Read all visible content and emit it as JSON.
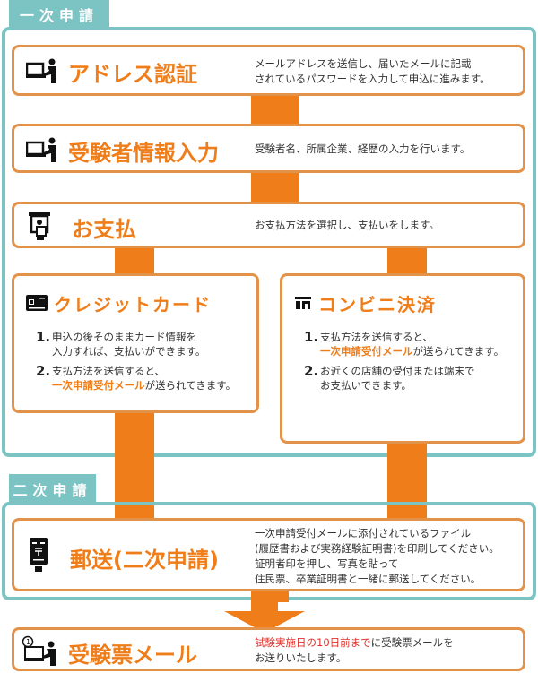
{
  "phase1": {
    "tab_label": "一次申請",
    "steps": [
      {
        "icon": "person-at-computer-icon",
        "title": "アドレス認証",
        "description_lines": [
          "メールアドレスを送信し、届いたメールに記載",
          "されているパスワードを入力して申込に進みます。"
        ]
      },
      {
        "icon": "person-at-computer-icon",
        "title": "受験者情報入力",
        "description_lines": [
          "受験者名、所属企業、経歴の入力を行います。"
        ]
      },
      {
        "icon": "atm-payment-icon",
        "title": "お支払",
        "description_lines": [
          "お支払方法を選択し、支払いをします。"
        ]
      }
    ],
    "payment_options": [
      {
        "icon": "credit-card-icon",
        "title": "クレジットカード",
        "items": [
          {
            "num": "1.",
            "lines": [
              "申込の後そのままカード情報を",
              "入力すれば、支払いができます。"
            ]
          },
          {
            "num": "2.",
            "line1": "支払方法を送信すると、",
            "highlight": "一次申請受付メール",
            "rest": "が送られてきます。"
          }
        ]
      },
      {
        "icon": "convenience-store-icon",
        "title": "コンビニ決済",
        "items": [
          {
            "num": "1.",
            "line1": "支払方法を送信すると、",
            "highlight": "一次申請受付メール",
            "rest": "が送られてきます。"
          },
          {
            "num": "2.",
            "lines": [
              "お近くの店舗の受付または端末で",
              "お支払いできます。"
            ]
          }
        ]
      }
    ]
  },
  "phase2": {
    "tab_label": "二次申請",
    "step": {
      "icon": "postbox-icon",
      "title": "郵送(二次申請)",
      "description_lines": [
        "一次申請受付メールに添付されているファイル",
        "(履歴書および実務経験証明書)を印刷してください。",
        "証明者印を押し、写真を貼って",
        "住民票、卒業証明書と一緒に郵送してください。"
      ]
    }
  },
  "final_step": {
    "icon": "person-at-computer-notification-icon",
    "title": "受験票メール",
    "highlight": "試験実施日の10日前まで",
    "line1_rest": "に受験票メールを",
    "line2": "お送りいたします。"
  },
  "colors": {
    "teal": "#7cc4c4",
    "orange": "#ef7d1a",
    "card_border": "#e3924a",
    "red": "#e0302a"
  }
}
